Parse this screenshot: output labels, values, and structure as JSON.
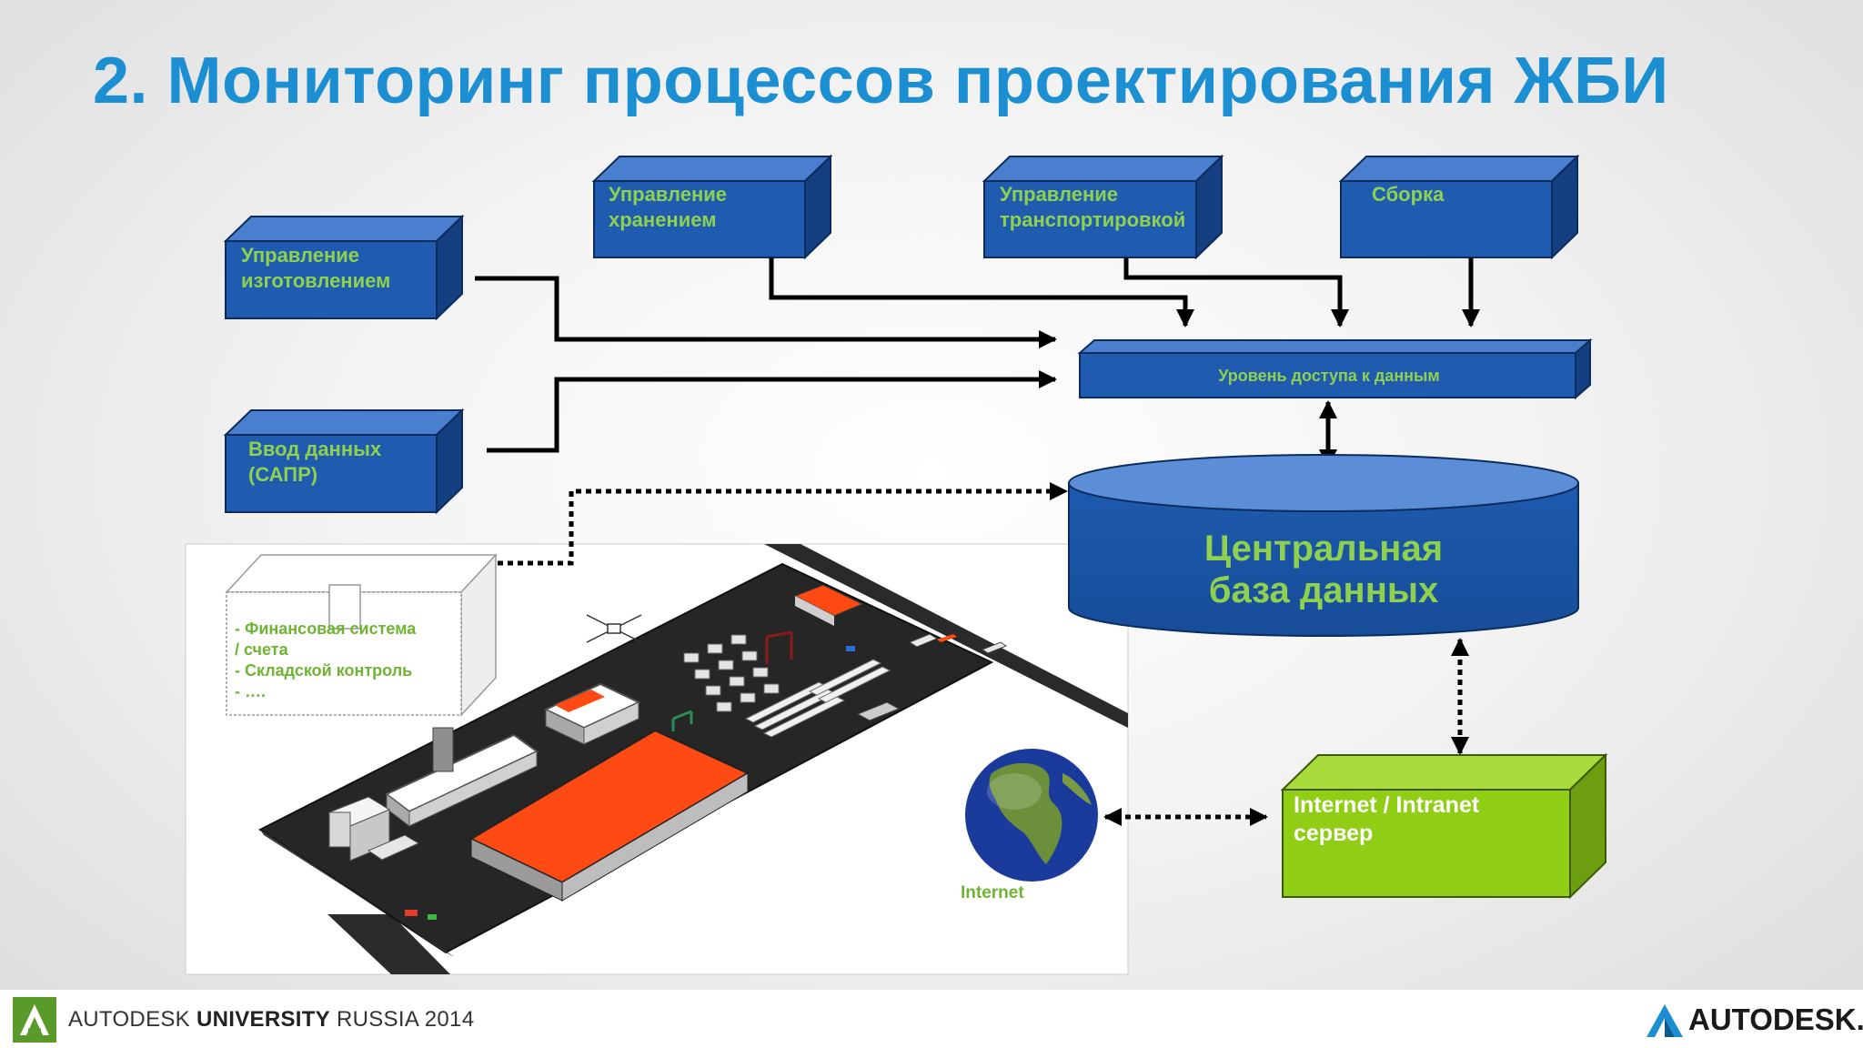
{
  "slide": {
    "title": "2. Мониторинг процессов проектирования ЖБИ"
  },
  "boxes": {
    "manufacturing": "Управление\nизготовлением",
    "storage": "Управление\nхранением",
    "transport": "Управление\nтранспортировкой",
    "assembly": "Сборка",
    "data_input": "Ввод данных\n (САПР)",
    "access_layer": "Уровень доступа к данным",
    "central_db": "Центральная\nбаза данных",
    "server": "Internet / Intranet\nсервер"
  },
  "plant": {
    "financial_note": "- Финансовая система\n / счета\n- Складской контроль\n- ….",
    "internet_label": "Internet"
  },
  "footer": {
    "event_prefix": "AUTODESK ",
    "event_bold": "UNIVERSITY",
    "event_suffix": " RUSSIA 2014",
    "brand": "AUTODESK."
  },
  "colors": {
    "title": "#1b8fd1",
    "box_blue": "#1f5cb0",
    "box_text_green": "#8fd14f",
    "server_green": "#8fce14",
    "plant_orange": "#ff4a14"
  }
}
